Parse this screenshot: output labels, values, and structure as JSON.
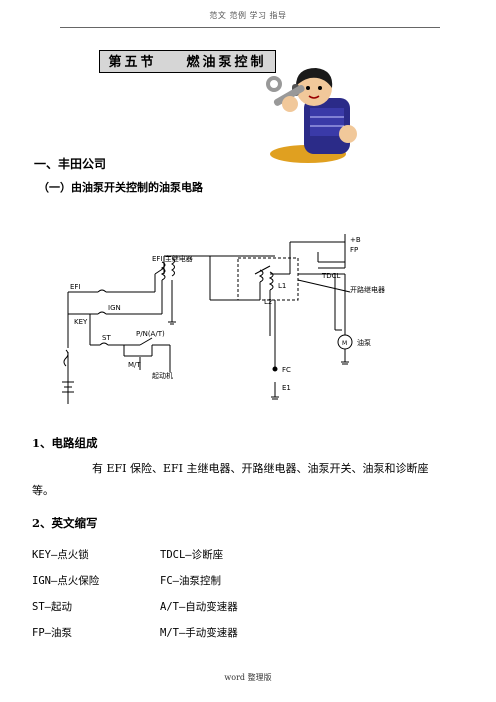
{
  "header": {
    "text": "范文 范例   学习   指导"
  },
  "title": "第五节    燃油泵控制",
  "section1": "一、丰田公司",
  "subsection1": "（一）由油泵开关控制的油泵电路",
  "diagram_labels": {
    "efi_relay": "EFI 主继电器",
    "efi": "EFI",
    "ign": "IGN",
    "key": "KEY",
    "st": "ST",
    "pn": "P/N(A/T)",
    "mt": "M/T",
    "starter": "起动机",
    "b_plus": "+B",
    "fp": "FP",
    "tdcl": "TDCL",
    "l1": "L1",
    "l2": "L2",
    "circuit_relay": "开路继电器",
    "motor": "M",
    "pump": "油泵",
    "fc": "FC",
    "e1": "E1"
  },
  "sec1_title": "1、电路组成",
  "sec1_text_a": "有 EFI 保险、EFI 主继电器、开路继电器、油泵开关、油泵和诊断座",
  "sec1_text_b": "等。",
  "sec2_title": "2、英文缩写",
  "abbreviations": [
    [
      "KEY—点火锁",
      "TDCL—诊断座"
    ],
    [
      "IGN—点火保险",
      "FC—油泵控制"
    ],
    [
      "ST—起动",
      "A/T—自动变速器"
    ],
    [
      "FP—油泵",
      "M/T—手动变速器"
    ]
  ],
  "footer": "word 整理版"
}
